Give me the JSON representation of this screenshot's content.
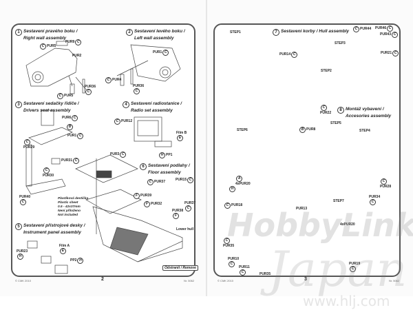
{
  "page_left": {
    "page_number": "2",
    "copyright": "© CMK 2010",
    "kit_no": "Nr. 5062",
    "steps": [
      {
        "num": "1",
        "cz": "Sestavení pravého boku /",
        "en": "Right wall assembly"
      },
      {
        "num": "2",
        "cz": "Sestavení levého boku /",
        "en": "Left wall assembly"
      },
      {
        "num": "3",
        "cz": "Sestavení sedačky řidiče /",
        "en": "Drivers seat assembly"
      },
      {
        "num": "4",
        "cz": "Sestavení radiostanice /",
        "en": "Radio set assembly"
      },
      {
        "num": "5",
        "cz": "Sestavení přístrojové desky /",
        "en": "Instrument panel assembly"
      },
      {
        "num": "6",
        "cz": "Sestavení podlahy /",
        "en": "Floor assembly"
      }
    ],
    "labels": {
      "pur9_top": "PUR9",
      "pur5_a": "PUR5",
      "pur2": "PUR2",
      "pur36_a": "PUR36",
      "pur5_b": "PUR5",
      "pur1_a": "PUR1",
      "pur4": "PUR4",
      "pur36_b": "PUR36",
      "pur6": "PUR6",
      "pur1_b": "PUR1",
      "pur29": "PUR29",
      "pur31": "PUR31",
      "pur30": "PUR30",
      "pur40": "PUR40",
      "pur12": "PUR12",
      "film_b": "Film B",
      "pp1": "PP1",
      "pur3": "PUR3",
      "pur37_a": "PUR37",
      "pur15": "PUR15",
      "pur39": "PUR39",
      "pur32": "PUR32",
      "pur37_b": "PUR37",
      "pur38": "PUR38",
      "lower_hull": "Lower hull",
      "pur23": "PUR23",
      "film_a": "Film A",
      "pp2": "PP2"
    },
    "plastic_note": [
      "Plastiková destička",
      "Plastic sheet",
      "0.5 - 42x37mm",
      "Není přiloženo",
      "Not included"
    ],
    "remove_label": "Odstranit / Remove"
  },
  "page_right": {
    "page_number": "3",
    "copyright": "© CMK 2010",
    "kit_no": "Nr. 5062",
    "steps": [
      {
        "num": "7",
        "cz": "Sestavení korby /",
        "en": "Hull assembly"
      },
      {
        "num": "8",
        "cz": "Montáž vybavení /",
        "en": "Accesories assembly"
      }
    ],
    "labels": {
      "step1": "STEP1",
      "step2": "STEP2",
      "step3": "STEP3",
      "step4": "STEP4",
      "step5": "STEP5",
      "step6": "STEP6",
      "step7": "STEP7",
      "pur14": "PUR14",
      "pur44": "PUR44",
      "pur46": "PUR46",
      "pur43": "PUR43",
      "pur21": "PUR21",
      "pur22": "PUR22",
      "pur8": "PUR8",
      "pur28": "PUR28",
      "pur34": "PUR34",
      "pur20_a": "4xPUR20",
      "pur18": "PUR18",
      "pur13": "PUR13",
      "pur20_b": "4xPUR20",
      "pur35_a": "PUR35",
      "pur10": "PUR10",
      "pur11": "PUR11",
      "pur35_b": "PUR35",
      "pur19": "PUR19"
    }
  },
  "badges": {
    "c": "C",
    "a": "A",
    "b": "B",
    "e": "E",
    "f": "F",
    "h": "H"
  },
  "watermark": {
    "brand": "HobbyLink",
    "script": "Japan",
    "url": "www.hlj.com"
  }
}
